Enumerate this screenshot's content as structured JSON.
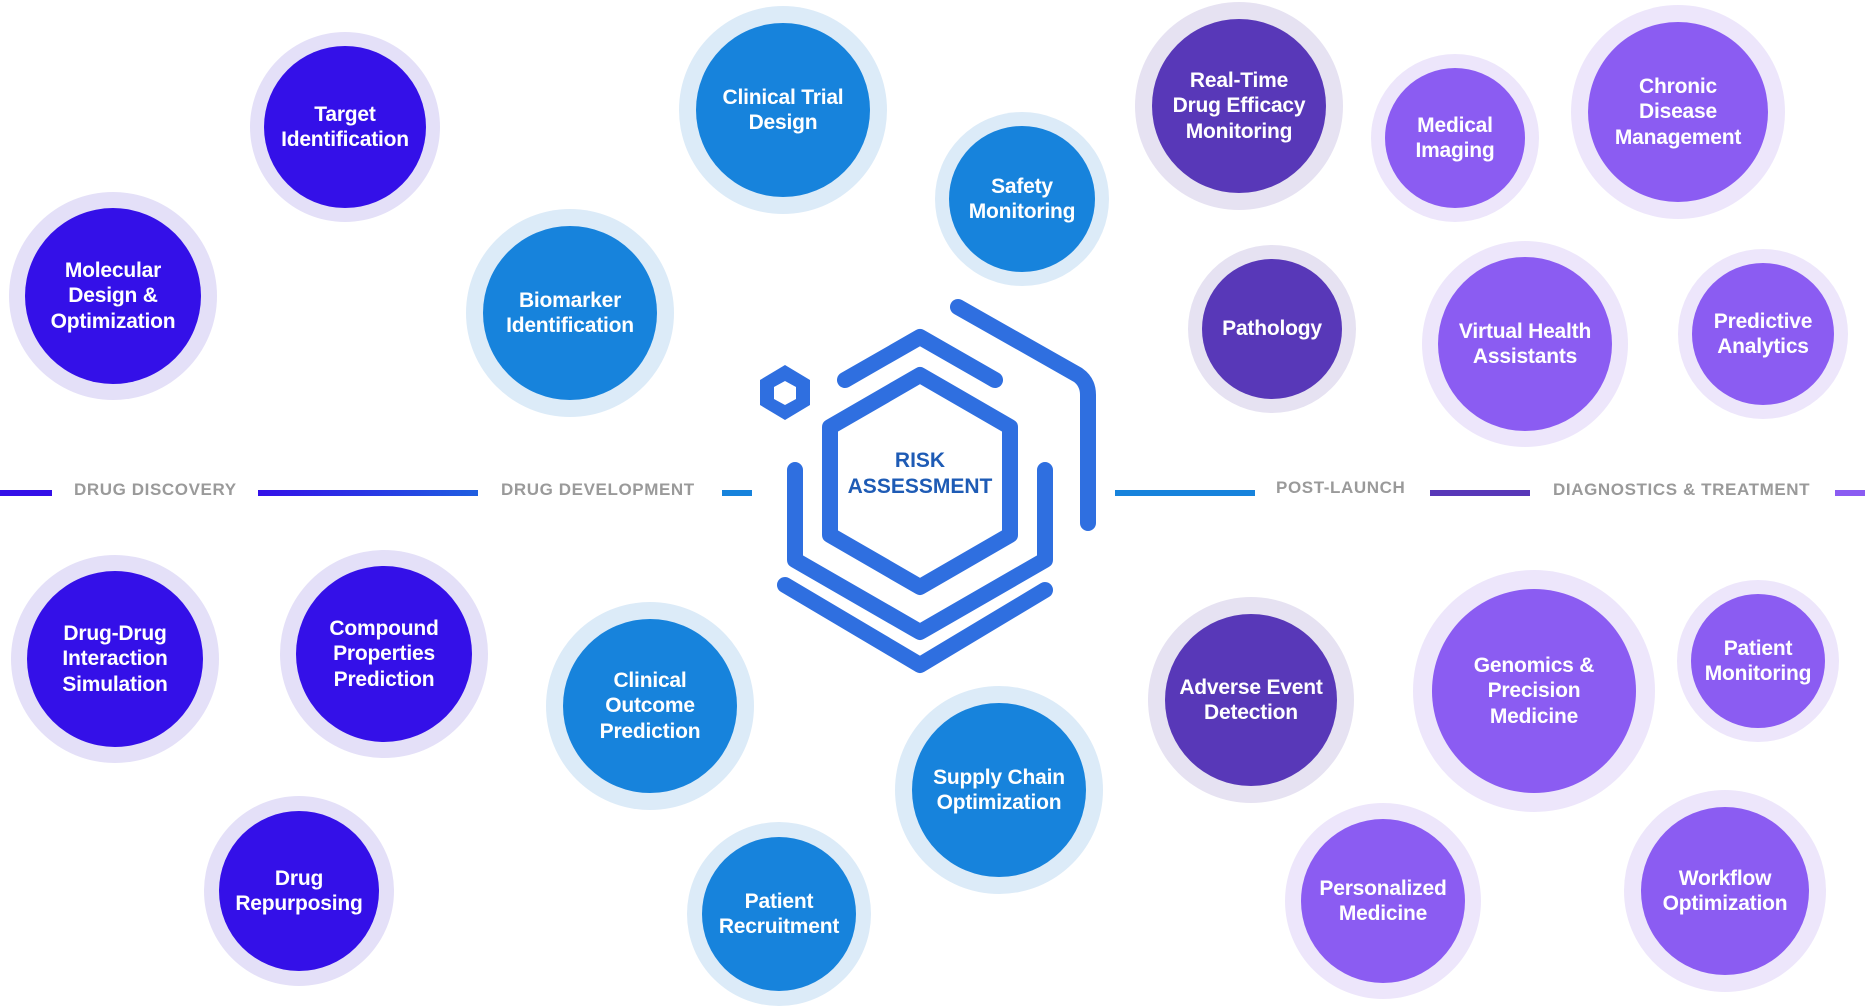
{
  "center": {
    "line1": "RISK",
    "line2": "ASSESSMENT"
  },
  "categories": {
    "drug_discovery": "DRUG DISCOVERY",
    "drug_development": "DRUG DEVELOPMENT",
    "post_launch": "POST-LAUNCH",
    "diagnostics_treatment": "DIAGNOSTICS & TREATMENT"
  },
  "colors": {
    "drug_discovery": "#3410e8",
    "drug_development": "#1783dc",
    "post_launch": "#5838b8",
    "diagnostics_treatment": "#8b5cf2",
    "center_icon": "#2f6fe0"
  },
  "nodes": {
    "target_identification": [
      "Target",
      "Identification"
    ],
    "molecular_design": [
      "Molecular",
      "Design &",
      "Optimization"
    ],
    "drug_drug_interaction": [
      "Drug-Drug",
      "Interaction",
      "Simulation"
    ],
    "compound_properties": [
      "Compound",
      "Properties",
      "Prediction"
    ],
    "drug_repurposing": [
      "Drug",
      "Repurposing"
    ],
    "clinical_trial_design": [
      "Clinical Trial",
      "Design"
    ],
    "safety_monitoring": [
      "Safety",
      "Monitoring"
    ],
    "biomarker_identification": [
      "Biomarker",
      "Identification"
    ],
    "clinical_outcome": [
      "Clinical",
      "Outcome",
      "Prediction"
    ],
    "supply_chain": [
      "Supply Chain",
      "Optimization"
    ],
    "patient_recruitment": [
      "Patient",
      "Recruitment"
    ],
    "realtime_efficacy": [
      "Real-Time",
      "Drug Efficacy",
      "Monitoring"
    ],
    "pathology": [
      "Pathology"
    ],
    "adverse_event": [
      "Adverse Event",
      "Detection"
    ],
    "medical_imaging": [
      "Medical",
      "Imaging"
    ],
    "chronic_disease": [
      "Chronic Disease",
      "Management"
    ],
    "virtual_health": [
      "Virtual Health",
      "Assistants"
    ],
    "predictive_analytics": [
      "Predictive",
      "Analytics"
    ],
    "genomics": [
      "Genomics &",
      "Precision",
      "Medicine"
    ],
    "patient_monitoring": [
      "Patient",
      "Monitoring"
    ],
    "personalized_medicine": [
      "Personalized",
      "Medicine"
    ],
    "workflow_optimization": [
      "Workflow",
      "Optimization"
    ]
  }
}
